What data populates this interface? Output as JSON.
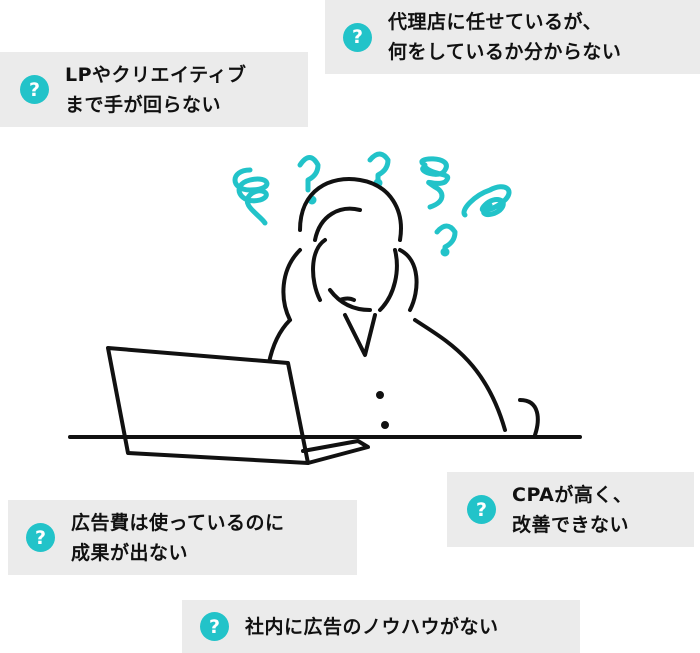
{
  "accent_color": "#22c3c9",
  "bubble_color": "#ebebeb",
  "icon": "question-circle-icon",
  "icon_glyph": "?",
  "concerns": [
    {
      "text": "代理店に任せているが、\n何をしているか分からない"
    },
    {
      "text": "LPやクリエイティブ\nまで手が回らない"
    },
    {
      "text": "CPAが高く、\n改善できない"
    },
    {
      "text": "広告費は使っているのに\n成果が出ない"
    },
    {
      "text": "社内に広告のノウハウがない"
    }
  ]
}
